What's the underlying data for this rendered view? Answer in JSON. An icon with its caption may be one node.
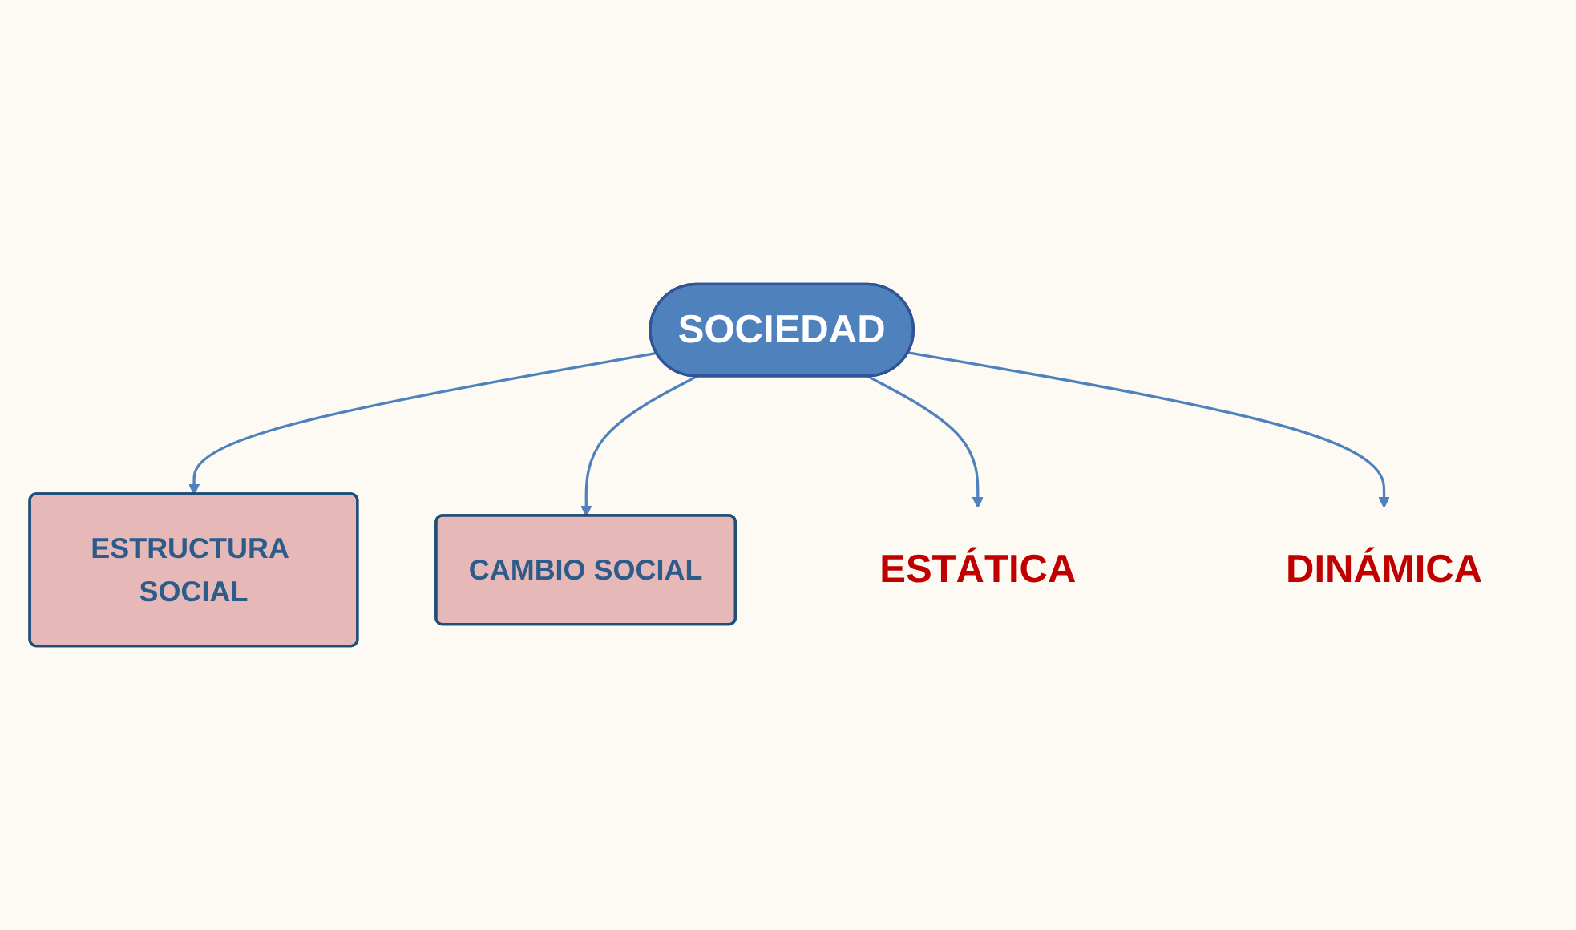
{
  "diagram": {
    "nodes": [
      {
        "text": [
          "ESTRUCTURA SOCIAL"
        ]
      },
      {
        "text": [
          "CAMBIO SOCIAL"
        ]
      },
      {
        "text": [
          "SOCIEDAD"
        ]
      },
      {
        "text": [
          "ESTÁTICA"
        ]
      },
      {
        "text": [
          "DINÁMICA"
        ]
      }
    ],
    "edges": [
      {
        "from": 2,
        "to": 0,
        "arrow": "to"
      },
      {
        "from": 2,
        "to": 1,
        "arrow": "to"
      },
      {
        "from": 2,
        "to": 3,
        "arrow": "to"
      },
      {
        "from": 2,
        "to": 4,
        "arrow": "to"
      }
    ]
  }
}
